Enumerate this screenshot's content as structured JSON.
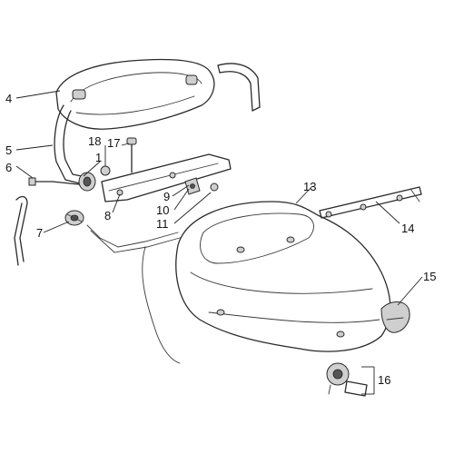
{
  "callouts": {
    "c1": "1",
    "c4": "4",
    "c5": "5",
    "c6": "6",
    "c7": "7",
    "c8": "8",
    "c9": "9",
    "c10": "10",
    "c11": "11",
    "c13": "13",
    "c14": "14",
    "c15": "15",
    "c16": "16",
    "c17": "17",
    "c18": "18"
  }
}
